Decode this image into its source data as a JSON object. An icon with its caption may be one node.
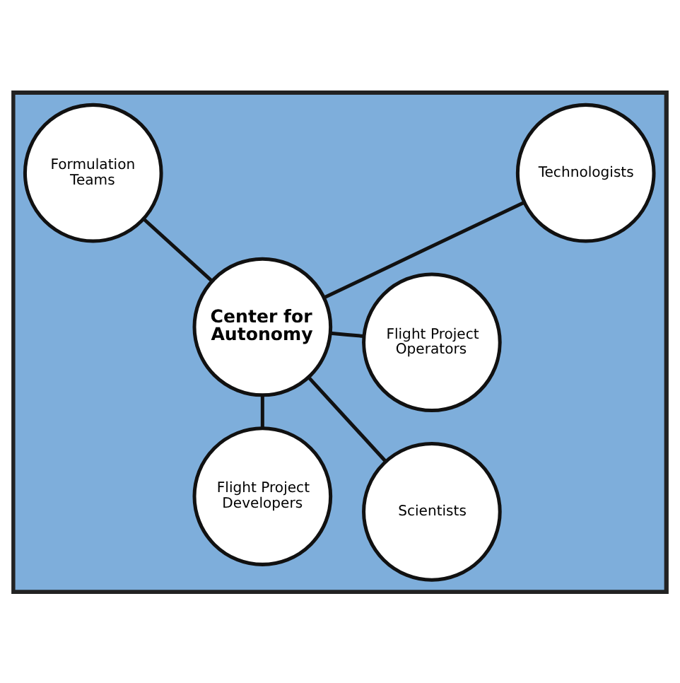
{
  "diagram": {
    "nodes": [
      {
        "text": [],
        "shape": "pentagon"
      },
      {
        "text": [
          "Flight Project Developers"
        ],
        "in": 0
      },
      {
        "text": [
          "Scientists"
        ],
        "in": 0
      },
      {
        "text": [
          "Flight Project Operators"
        ],
        "in": 0
      },
      {
        "text": [
          "Center for Autonomy"
        ],
        "in": 0
      },
      {
        "text": [
          "Technologists"
        ],
        "in": 0
      },
      {
        "text": [
          "Formulation Teams"
        ],
        "in": 0
      }
    ],
    "edges": [
      {
        "from": 4,
        "to": 1,
        "arrow": "none"
      },
      {
        "from": 4,
        "to": 2,
        "arrow": "none"
      },
      {
        "from": 4,
        "to": 3,
        "arrow": "none"
      },
      {
        "from": 4,
        "to": 5,
        "arrow": "none"
      },
      {
        "from": 4,
        "to": 6,
        "arrow": "none"
      }
    ]
  }
}
